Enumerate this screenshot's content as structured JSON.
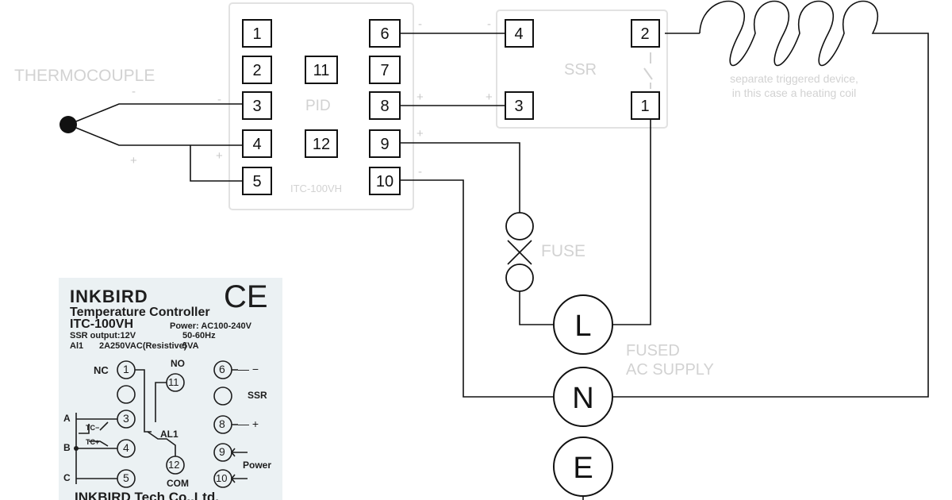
{
  "colors": {
    "line": "#111111",
    "faint": "#d2d2d2",
    "photo_bg": "#ebf1f3"
  },
  "thermocouple": {
    "label": "THERMOCOUPLE",
    "minus": "-",
    "plus": "+"
  },
  "pid": {
    "label": "PID",
    "model": "ITC-100VH",
    "terminals": [
      "1",
      "2",
      "3",
      "4",
      "5",
      "6",
      "7",
      "8",
      "9",
      "10",
      "11",
      "12"
    ],
    "signs": {
      "t3": "-",
      "t4": "+",
      "t6": "-",
      "t8": "+",
      "t9": "+",
      "t10": "-"
    }
  },
  "ssr": {
    "label": "SSR",
    "terminals": [
      "4",
      "2",
      "3",
      "1"
    ],
    "signs": {
      "t4": "-",
      "t3": "+"
    }
  },
  "heater": {
    "caption_line1": "separate triggered device,",
    "caption_line2": "in this case a heating coil"
  },
  "fuse": {
    "label": "FUSE"
  },
  "supply": {
    "label_line1": "FUSED",
    "label_line2": "AC SUPPLY",
    "L": "L",
    "N": "N",
    "E": "E"
  },
  "label_photo": {
    "brand": "INKBIRD",
    "ce": "CE",
    "product": "Temperature Controller",
    "model": "ITC-100VH",
    "power": "Power: AC100-240V",
    "ssr_output": "SSR output:12V",
    "freq": "50-60Hz",
    "al1": "Al1",
    "al1_rating": "2A250VAC(Resistive)",
    "va": "5VA",
    "nc": "NC",
    "no": "NO",
    "t1": "1",
    "t11": "11",
    "t6": "6",
    "t3": "3",
    "t8": "8",
    "t4": "4",
    "t12": "12",
    "t9": "9",
    "t5": "5",
    "t10": "10",
    "dash6": "— −",
    "ssr": "SSR",
    "plus8": "— +",
    "al1_switch": "AL1",
    "a": "A",
    "b": "B",
    "c": "C",
    "tc_minus": "TC−",
    "tc_plus": "TC+",
    "com": "COM",
    "power_word": "Power",
    "footer": "INKBIRD Tech Co.,Ltd."
  }
}
